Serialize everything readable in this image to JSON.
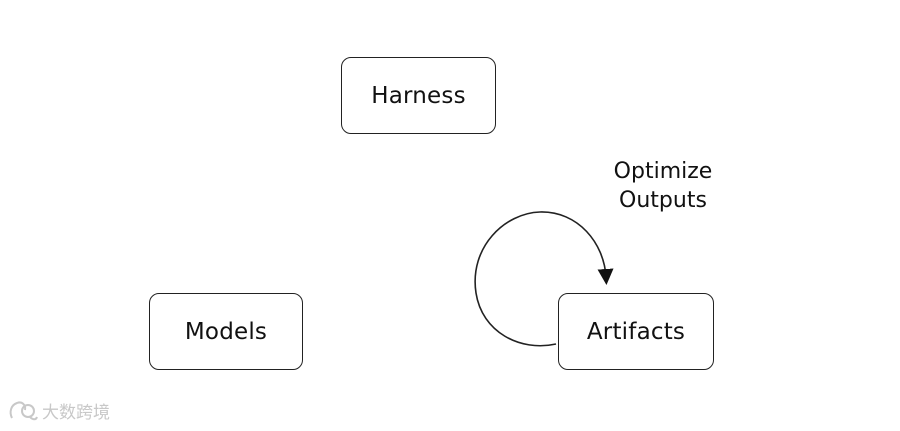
{
  "diagram": {
    "nodes": {
      "harness": "Harness",
      "models": "Models",
      "artifacts": "Artifacts"
    },
    "loop_label": {
      "line1": "Optimize",
      "line2": "Outputs"
    }
  },
  "watermark": {
    "text": "大数跨境"
  },
  "colors": {
    "stroke": "#222222",
    "background": "#ffffff",
    "watermark": "#c8c8c8"
  }
}
